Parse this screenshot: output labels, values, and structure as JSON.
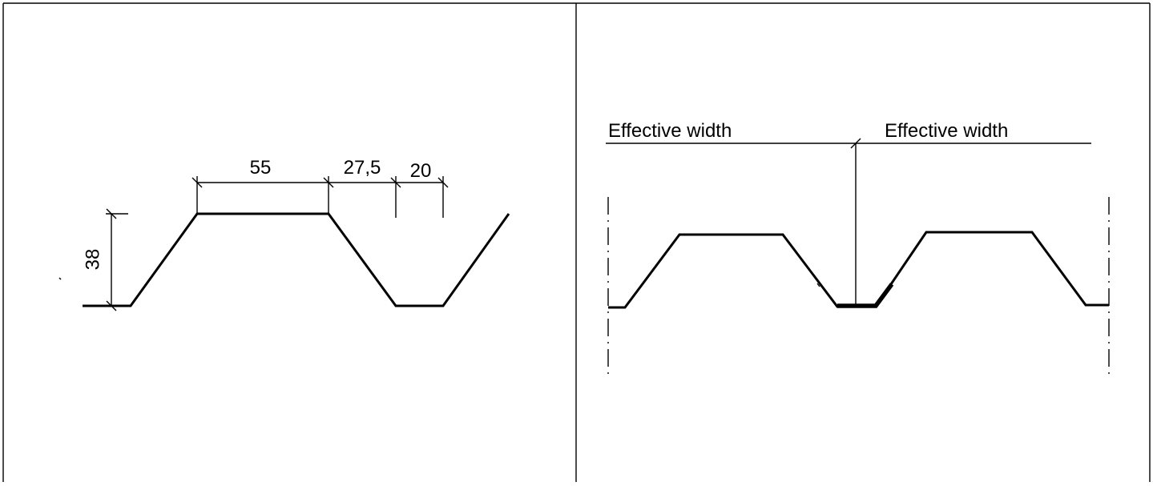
{
  "left_panel": {
    "dim_height": "38",
    "dim_top_flange": "55",
    "dim_web_projection": "27,5",
    "dim_bottom_flange": "20"
  },
  "right_panel": {
    "label_left": "Effective width",
    "label_right": "Effective width"
  }
}
